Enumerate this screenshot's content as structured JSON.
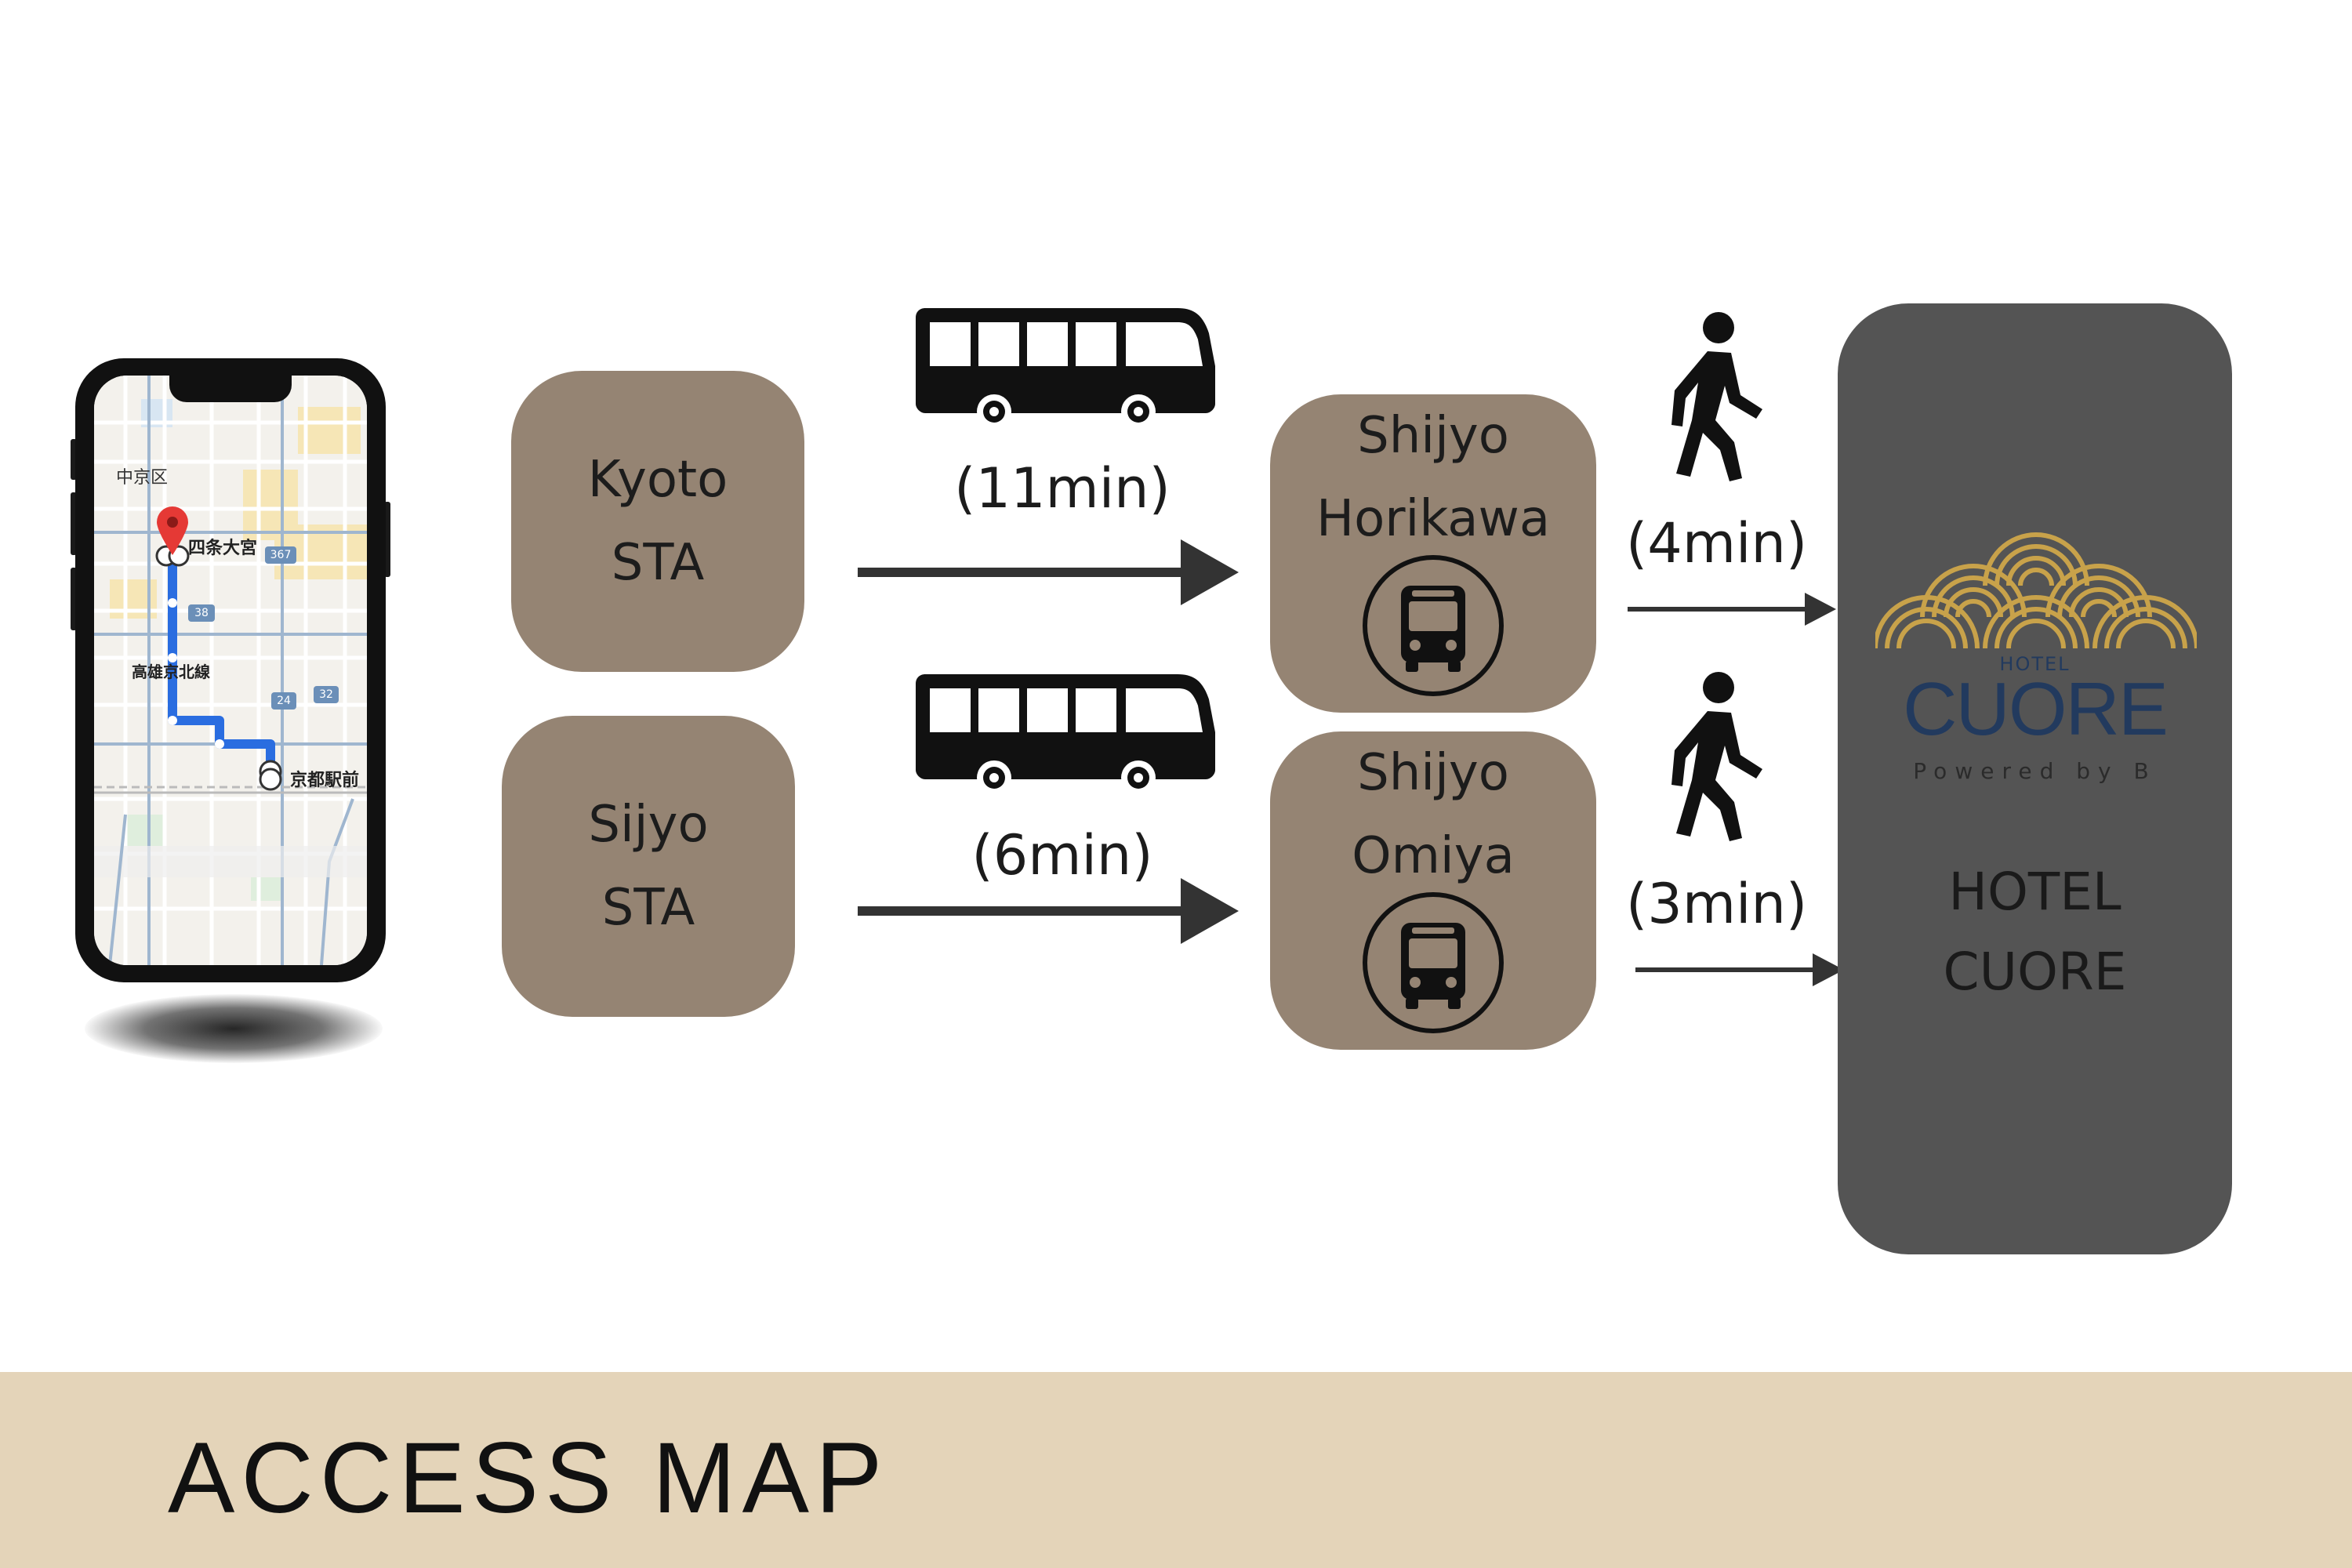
{
  "phone_map": {
    "labels": {
      "ward": "中京区",
      "start_stop": "四条大宮",
      "route_name": "高雄京北線",
      "end_stop": "京都駅前"
    },
    "road_badges": [
      "38",
      "367",
      "24",
      "32"
    ]
  },
  "origins": [
    {
      "line1": "Kyoto",
      "line2": "STA"
    },
    {
      "line1": "Sijyo",
      "line2": "STA"
    }
  ],
  "bus_legs": [
    {
      "time": "(11min)",
      "icon": "bus-icon"
    },
    {
      "time": "(6min)",
      "icon": "bus-icon"
    }
  ],
  "stops": [
    {
      "line1": "Shijyo",
      "line2": "Horikawa",
      "icon": "bus-stop-icon"
    },
    {
      "line1": "Shijyo",
      "line2": "Omiya",
      "icon": "bus-stop-icon"
    }
  ],
  "walk_legs": [
    {
      "time": "(4min)",
      "icon": "walking-person-icon"
    },
    {
      "time": "(3min)",
      "icon": "walking-person-icon"
    }
  ],
  "hotel": {
    "logo_small": "HOTEL",
    "logo_main": "CUORE",
    "logo_tagline": "Powered by B",
    "name_line1": "HOTEL",
    "name_line2": "CUORE"
  },
  "footer": {
    "title": "ACCESS MAP"
  },
  "colors": {
    "box": "#958473",
    "hotel_box": "#545454",
    "footer": "#e4d4b9",
    "logo_gold": "#c8a24a",
    "logo_navy": "#223a5e"
  }
}
